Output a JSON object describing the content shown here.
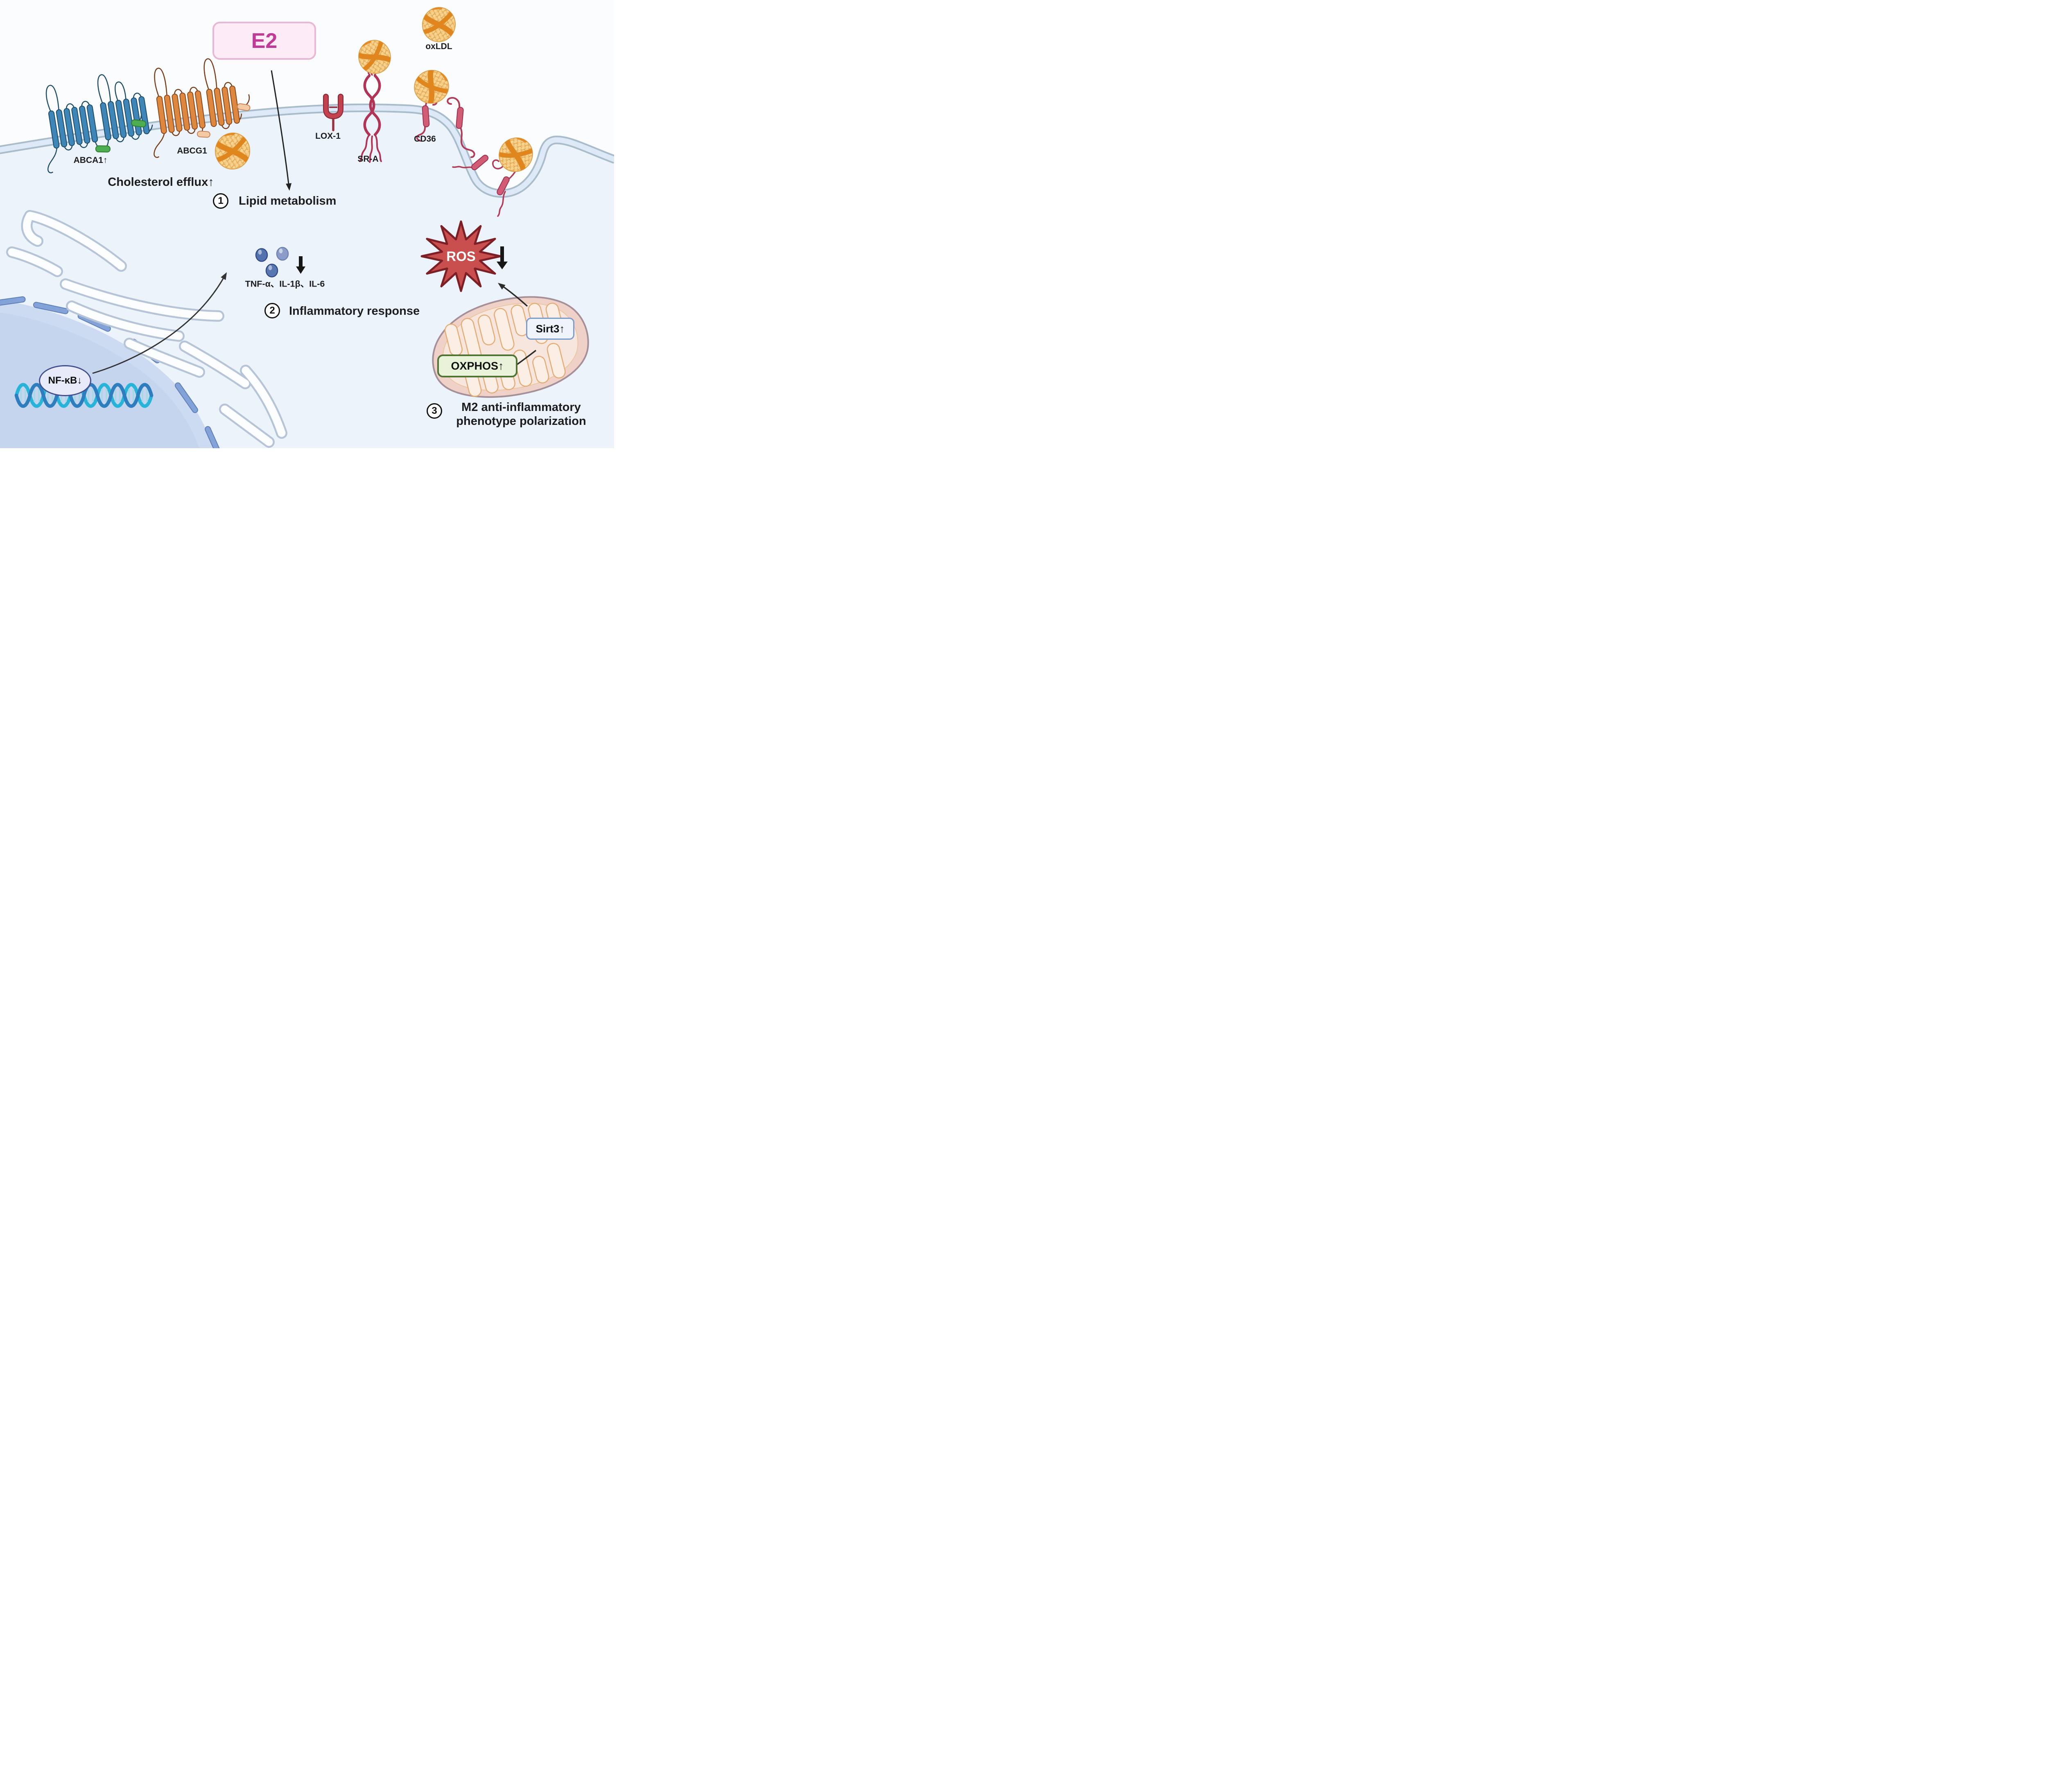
{
  "labels": {
    "e2": "E2",
    "oxldl": "oxLDL",
    "abca1": "ABCA1↑",
    "abcg1": "ABCG1",
    "cholesterol_efflux": "Cholesterol efflux↑",
    "lox1": "LOX-1",
    "sra": "SR-A",
    "cd36": "CD36",
    "cytokines": "TNF-α、IL-1β、IL-6",
    "ros": "ROS",
    "sirt3": "Sirt3↑",
    "oxphos": "OXPHOS↑",
    "nfkb": "NF-κB↓"
  },
  "steps": [
    {
      "num": "1",
      "label": "Lipid metabolism"
    },
    {
      "num": "2",
      "label": "Inflammatory response"
    },
    {
      "num": "3",
      "label": "M2 anti-inflammatory",
      "label2": "phenotype polarization"
    }
  ],
  "colors": {
    "e2_text": "#c13a97",
    "e2_box_fill": "#fdecf6",
    "e2_box_border": "#e8b7d4",
    "membrane_line": "#a9bccb",
    "membrane_fill": "#dde9f6",
    "cell_fill": "#edf3fa",
    "outside_fill": "#fbfcfe",
    "nucleus_fill": "#c9d8f0",
    "ros_fill": "#c94e4e",
    "ros_border": "#7d2026",
    "sirt3_fill": "#eef3fc",
    "sirt3_border": "#7b9cd0",
    "oxphos_fill": "#e9f3da",
    "oxphos_border": "#4f7434",
    "nfkb_fill": "#e7ebf9",
    "nfkb_border": "#454f90",
    "oxldl_fill": "#f2c478",
    "oxldl_band": "#e0861f",
    "abca1_blue": "#3e86b8",
    "abca1_green": "#4cae50",
    "abcg1_orange": "#dd883e",
    "abcg1_peach": "#f4caa4",
    "receptor_red": "#b23b55",
    "lox1_red": "#c4414f",
    "mito_outer": "#efd1c8",
    "mito_cristae": "#e5ab74",
    "dna_cyan": "#27b4d8",
    "dna_blue": "#2e7dbf",
    "cytokine_dark": "#5472ad",
    "cytokine_light": "#8b9cc8"
  }
}
